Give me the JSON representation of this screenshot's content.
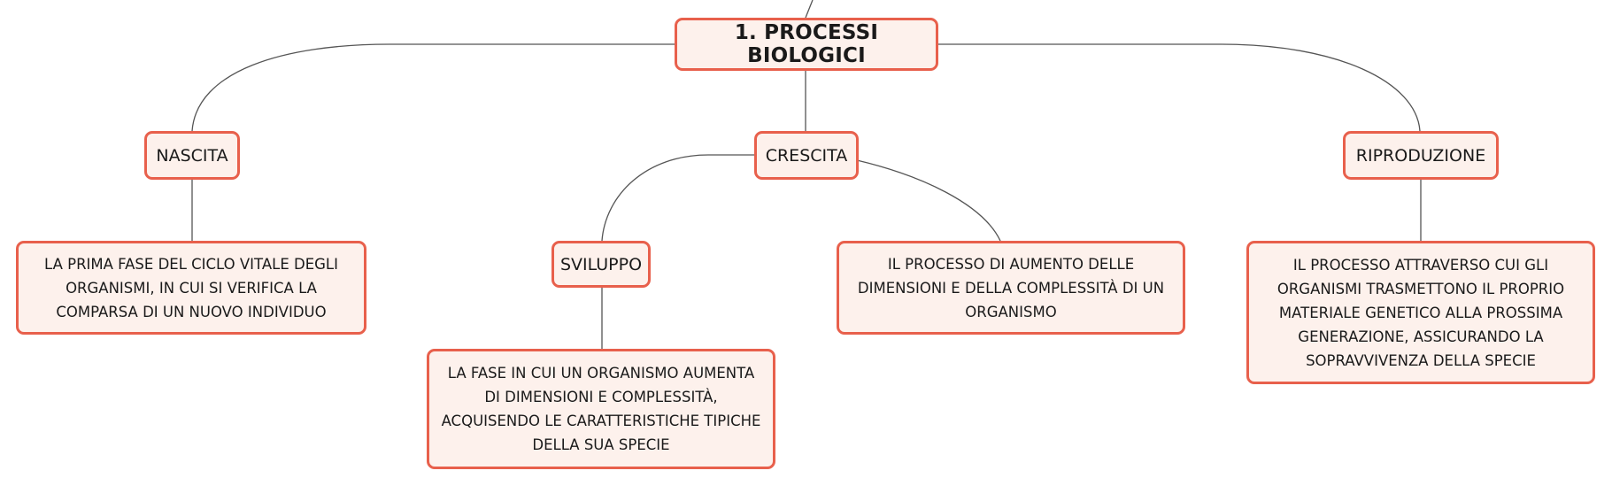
{
  "map": {
    "root": {
      "label": "1. PROCESSI BIOLOGICI"
    },
    "nascita": {
      "label": "NASCITA",
      "description": "LA PRIMA FASE DEL CICLO VITALE DEGLI ORGANISMI, IN CUI SI VERIFICA LA COMPARSA DI UN NUOVO INDIVIDUO"
    },
    "crescita": {
      "label": "CRESCITA",
      "description": "IL PROCESSO DI AUMENTO DELLE DIMENSIONI E DELLA COMPLESSITÀ DI UN ORGANISMO"
    },
    "sviluppo": {
      "label": "SVILUPPO",
      "description": "LA FASE IN CUI UN ORGANISMO AUMENTA DI DIMENSIONI E COMPLESSITÀ, ACQUISENDO LE CARATTERISTICHE TIPICHE DELLA SUA SPECIE"
    },
    "riproduzione": {
      "label": "RIPRODUZIONE",
      "description": "IL PROCESSO ATTRAVERSO CUI GLI ORGANISMI TRASMETTONO IL PROPRIO MATERIALE GENETICO ALLA PROSSIMA GENERAZIONE, ASSICURANDO LA SOPRAVVIVENZA DELLA SPECIE"
    }
  },
  "colors": {
    "node_border": "#e8604c",
    "node_fill": "#fdf1ec",
    "connector": "#555555"
  }
}
